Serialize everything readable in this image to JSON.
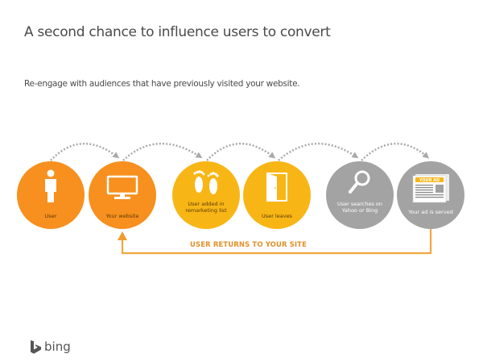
{
  "header": {
    "title": "A second chance to influence users to convert",
    "subtitle": "Re-engage  with audiences  that have previously visited your website."
  },
  "colors": {
    "orange": "#f7901e",
    "yellow": "#f8b616",
    "gray": "#a3a3a3",
    "arrow_gray": "#a9a9a9",
    "return_line": "#f2a640"
  },
  "steps": [
    {
      "label": "User",
      "icon": "person-icon",
      "color": "orange"
    },
    {
      "label": "Your website",
      "icon": "monitor-icon",
      "color": "orange"
    },
    {
      "label": "User added in remarketing list",
      "icon": "footprints-icon",
      "color": "yellow"
    },
    {
      "label": "User leaves",
      "icon": "door-icon",
      "color": "yellow"
    },
    {
      "label": "User searches on Yahoo or Bing",
      "icon": "magnifier-icon",
      "color": "gray"
    },
    {
      "label": "Your ad is served",
      "icon": "ad-newspaper-icon",
      "color": "gray"
    }
  ],
  "ad_icon_text": "YOUR AD",
  "return_path": {
    "label": "USER RETURNS TO YOUR SITE"
  },
  "footer": {
    "logo_text": "bing"
  }
}
